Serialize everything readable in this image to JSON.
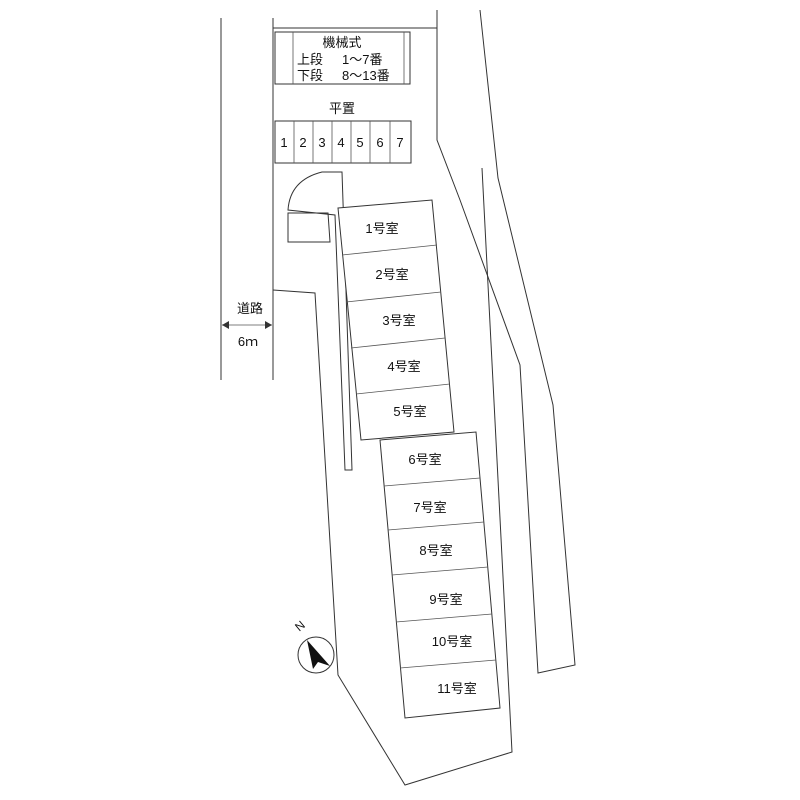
{
  "parking": {
    "mechanical": {
      "title": "機械式",
      "upper_label": "上段",
      "upper_range": "1〜7番",
      "lower_label": "下段",
      "lower_range": "8〜13番"
    },
    "flat": {
      "title": "平置",
      "spaces": [
        "1",
        "2",
        "3",
        "4",
        "5",
        "6",
        "7"
      ]
    }
  },
  "road": {
    "label": "道路",
    "width": "6ｍ"
  },
  "rooms": [
    "1号室",
    "2号室",
    "3号室",
    "4号室",
    "5号室",
    "6号室",
    "7号室",
    "8号室",
    "9号室",
    "10号室",
    "11号室"
  ],
  "compass": {
    "north_label": "N"
  }
}
